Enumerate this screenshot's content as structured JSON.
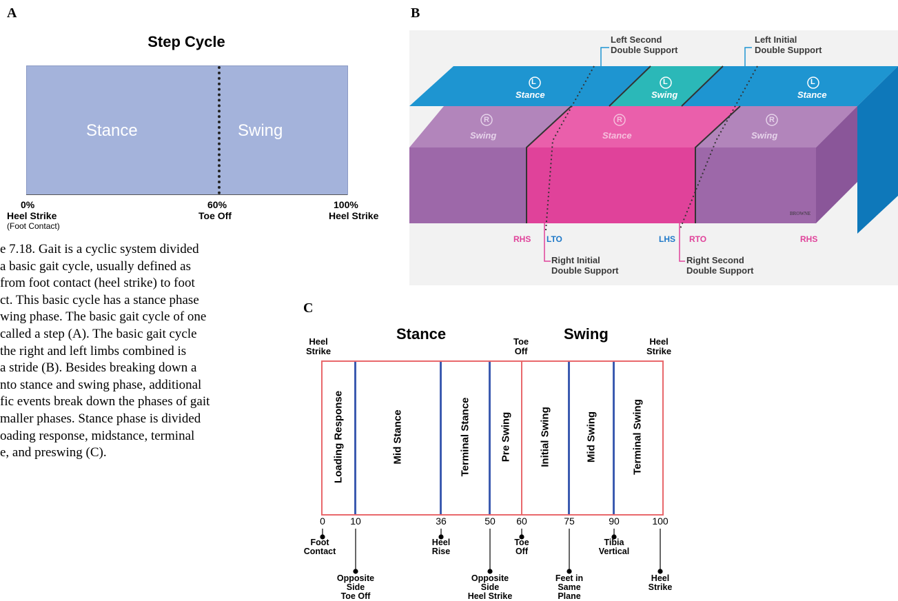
{
  "panel_a": {
    "letter": "A",
    "title": "Step Cycle",
    "stance_label": "Stance",
    "swing_label": "Swing",
    "ticks": [
      {
        "pct": "0%",
        "label": "Heel Strike",
        "sub": "(Foot Contact)"
      },
      {
        "pct": "60%",
        "label": "Toe Off",
        "sub": ""
      },
      {
        "pct": "100%",
        "label": "Heel Strike",
        "sub": ""
      }
    ]
  },
  "caption_lines": [
    "e 7.18.  Gait is a cyclic system divided",
    "a basic gait cycle, usually defined as",
    " from foot contact (heel strike) to foot",
    "ct. This basic cycle has a stance phase",
    "wing phase. The basic gait cycle of one",
    " called a step (A). The basic gait cycle",
    "the right and left limbs combined is",
    " a stride (B). Besides breaking down a",
    "nto stance and swing phase, additional",
    "fic events break down the phases of gait",
    "maller phases. Stance phase is divided",
    "oading response, midstance, terminal",
    "e, and preswing (C)."
  ],
  "panel_b": {
    "letter": "B",
    "top_labels": [
      {
        "line1": "Left Second",
        "line2": "Double Support"
      },
      {
        "line1": "Left Initial",
        "line2": "Double Support"
      }
    ],
    "left_segments": [
      {
        "side": "L",
        "phase": "Stance"
      },
      {
        "side": "L",
        "phase": "Swing"
      },
      {
        "side": "L",
        "phase": "Stance"
      }
    ],
    "right_segments": [
      {
        "side": "R",
        "phase": "Swing"
      },
      {
        "side": "R",
        "phase": "Stance"
      },
      {
        "side": "R",
        "phase": "Swing"
      }
    ],
    "bottom_tags": [
      "RHS",
      "LTO",
      "LHS",
      "RTO",
      "RHS"
    ],
    "bottom_labels": [
      {
        "line1": "Right Initial",
        "line2": "Double Support"
      },
      {
        "line1": "Right Second",
        "line2": "Double Support"
      }
    ],
    "signature": "BROWNE",
    "colors": {
      "blue_top": "#1e95d1",
      "teal": "#2bb8b8",
      "purple": "#9d68a9",
      "magenta": "#e0429a"
    }
  },
  "panel_c": {
    "letter": "C",
    "stance_head": "Stance",
    "swing_head": "Swing",
    "top_labels": [
      {
        "line1": "Heel",
        "line2": "Strike"
      },
      {
        "line1": "Toe",
        "line2": "Off"
      },
      {
        "line1": "Heel",
        "line2": "Strike"
      }
    ],
    "phases": [
      "Loading Response",
      "Mid Stance",
      "Terminal Stance",
      "Pre Swing",
      "Initial Swing",
      "Mid Swing",
      "Terminal Swing"
    ],
    "numbers": [
      "0",
      "10",
      "36",
      "50",
      "60",
      "75",
      "90",
      "100"
    ],
    "events": [
      {
        "l1": "Foot",
        "l2": "Contact",
        "l3": ""
      },
      {
        "l1": "Opposite",
        "l2": "Side",
        "l3": "Toe Off"
      },
      {
        "l1": "Heel",
        "l2": "Rise",
        "l3": ""
      },
      {
        "l1": "Opposite",
        "l2": "Side",
        "l3": "Heel Strike"
      },
      {
        "l1": "Toe",
        "l2": "Off",
        "l3": ""
      },
      {
        "l1": "Feet in",
        "l2": "Same",
        "l3": "Plane"
      },
      {
        "l1": "Tibia",
        "l2": "Vertical",
        "l3": ""
      },
      {
        "l1": "Heel",
        "l2": "Strike",
        "l3": ""
      }
    ],
    "colors": {
      "border": "#e8676b",
      "divider": "#3c5bb0"
    }
  }
}
